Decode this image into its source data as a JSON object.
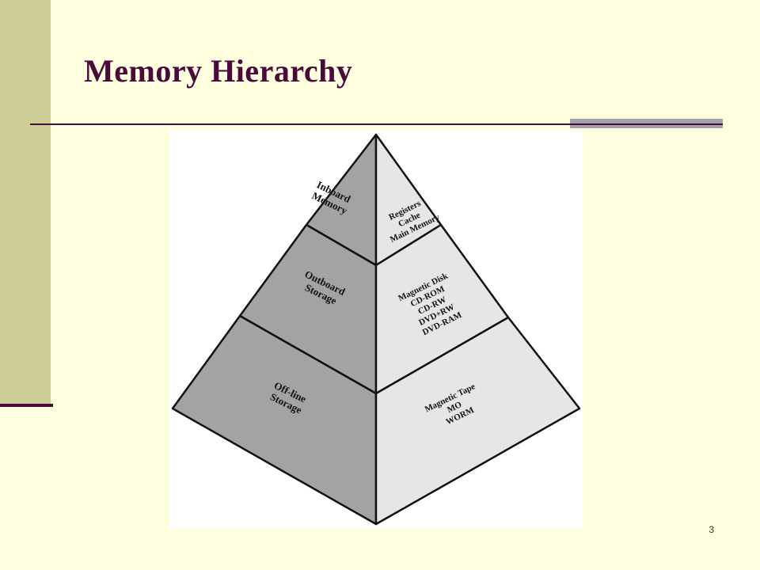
{
  "title": "Memory Hierarchy",
  "page_number": "3",
  "pyramid": {
    "levels": [
      {
        "category": [
          "Inboard",
          "Memory"
        ],
        "items": [
          "Registers",
          "Cache",
          "Main Memory"
        ]
      },
      {
        "category": [
          "Outboard",
          "Storage"
        ],
        "items": [
          "Magnetic Disk",
          "CD-ROM",
          "CD-RW",
          "DVD+RW",
          "DVD-RAM"
        ]
      },
      {
        "category": [
          "Off-line",
          "Storage"
        ],
        "items": [
          "Magnetic Tape",
          "MO",
          "WORM"
        ]
      }
    ],
    "colors": {
      "left_face": "#A3A3A3",
      "right_face": "#E6E6E6",
      "outline": "#111111"
    }
  },
  "colors": {
    "background": "#FFFFE0",
    "accent_bar": "#CDCD96",
    "title_color": "#4B0A3C"
  }
}
